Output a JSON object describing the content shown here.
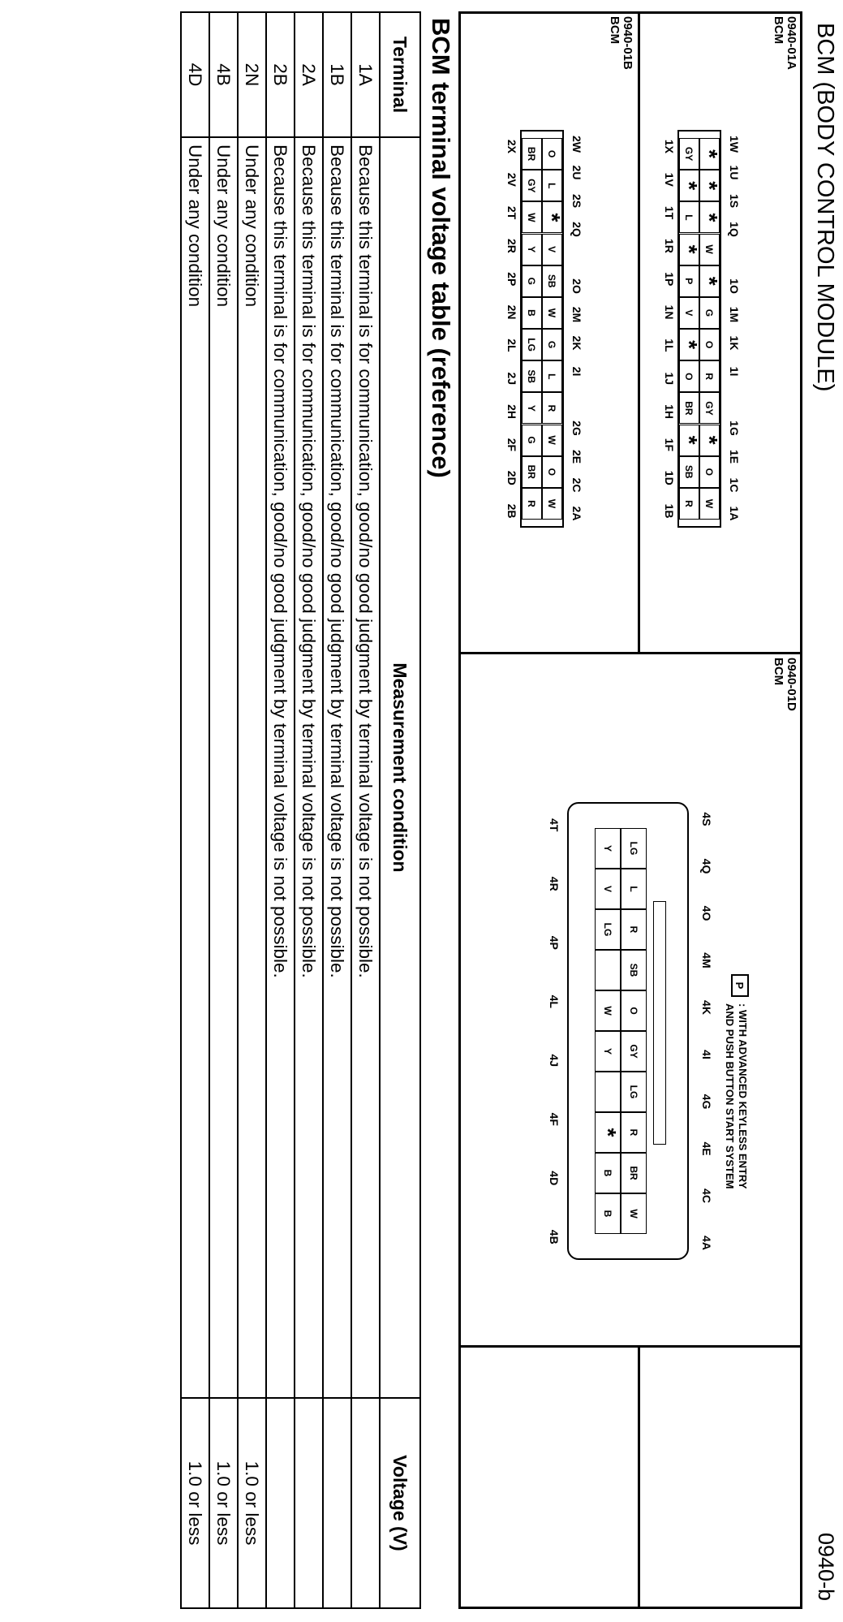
{
  "header": {
    "title": "BCM (BODY CONTROL MODULE)",
    "page_id": "0940-b"
  },
  "connectors": {
    "c01a": {
      "code": "0940-01A",
      "name": "BCM",
      "top_labels": [
        "1W",
        "1U",
        "1S",
        "1Q",
        "",
        "1O",
        "1M",
        "1K",
        "1I",
        "",
        "1G",
        "1E",
        "1C",
        "1A"
      ],
      "bottom_labels": [
        "1X",
        "1V",
        "1T",
        "1R",
        "1P",
        "1N",
        "1L",
        "1J",
        "1H",
        "1F",
        "1D",
        "1B"
      ],
      "row1": [
        "*",
        "*",
        "*",
        "W",
        "*",
        "G",
        "O",
        "R",
        "GY",
        "*",
        "O",
        "W"
      ],
      "row2": [
        "GY",
        "*",
        "L",
        "*",
        "P",
        "V",
        "*",
        "O",
        "BR",
        "*",
        "SB",
        "R"
      ]
    },
    "c01b": {
      "code": "0940-01B",
      "name": "BCM",
      "top_labels": [
        "2W",
        "2U",
        "2S",
        "2Q",
        "",
        "2O",
        "2M",
        "2K",
        "2I",
        "",
        "2G",
        "2E",
        "2C",
        "2A"
      ],
      "bottom_labels": [
        "2X",
        "2V",
        "2T",
        "2R",
        "2P",
        "2N",
        "2L",
        "2J",
        "2H",
        "2F",
        "2D",
        "2B"
      ],
      "row1": [
        "O",
        "L",
        "*",
        "V",
        "SB",
        "W",
        "G",
        "L",
        "R",
        "W",
        "O",
        "W"
      ],
      "row2": [
        "BR",
        "GY",
        "W",
        "Y",
        "G",
        "B",
        "LG",
        "SB",
        "Y",
        "G",
        "BR",
        "R"
      ]
    },
    "c01d": {
      "code": "0940-01D",
      "name": "BCM",
      "legend_symbol": "P",
      "legend_text": [
        ": WITH ADVANCED KEYLESS ENTRY",
        "AND PUSH BUTTON START SYSTEM"
      ],
      "top_labels": [
        "4S",
        "4Q",
        "4O",
        "4M",
        "4K",
        "4I",
        "4G",
        "4E",
        "4C",
        "4A"
      ],
      "bottom_labels": [
        "4T",
        "4R",
        "4P",
        "4L",
        "4J",
        "4F",
        "4D",
        "4B"
      ],
      "row1": [
        "LG",
        "L",
        "R",
        "SB",
        "O",
        "GY",
        "LG",
        "R",
        "BR",
        "W"
      ],
      "row2": [
        "Y",
        "V",
        "LG",
        "",
        "W",
        "Y",
        "",
        "*",
        "B",
        "B"
      ]
    }
  },
  "voltage_table": {
    "title": "BCM terminal voltage table (reference)",
    "headers": {
      "terminal": "Terminal",
      "condition": "Measurement condition",
      "voltage": "Voltage (V)"
    },
    "rows": [
      {
        "terminal": "1A",
        "condition": "Because this terminal is for communication, good/no good judgment by terminal voltage is not possible.",
        "voltage": ""
      },
      {
        "terminal": "1B",
        "condition": "Because this terminal is for communication, good/no good judgment by terminal voltage is not possible.",
        "voltage": ""
      },
      {
        "terminal": "2A",
        "condition": "Because this terminal is for communication, good/no good judgment by terminal voltage is not possible.",
        "voltage": ""
      },
      {
        "terminal": "2B",
        "condition": "Because this terminal is for communication, good/no good judgment by terminal voltage is not possible.",
        "voltage": ""
      },
      {
        "terminal": "2N",
        "condition": "Under any condition",
        "voltage": "1.0 or less"
      },
      {
        "terminal": "4B",
        "condition": "Under any condition",
        "voltage": "1.0 or less"
      },
      {
        "terminal": "4D",
        "condition": "Under any condition",
        "voltage": "1.0 or less"
      }
    ]
  }
}
